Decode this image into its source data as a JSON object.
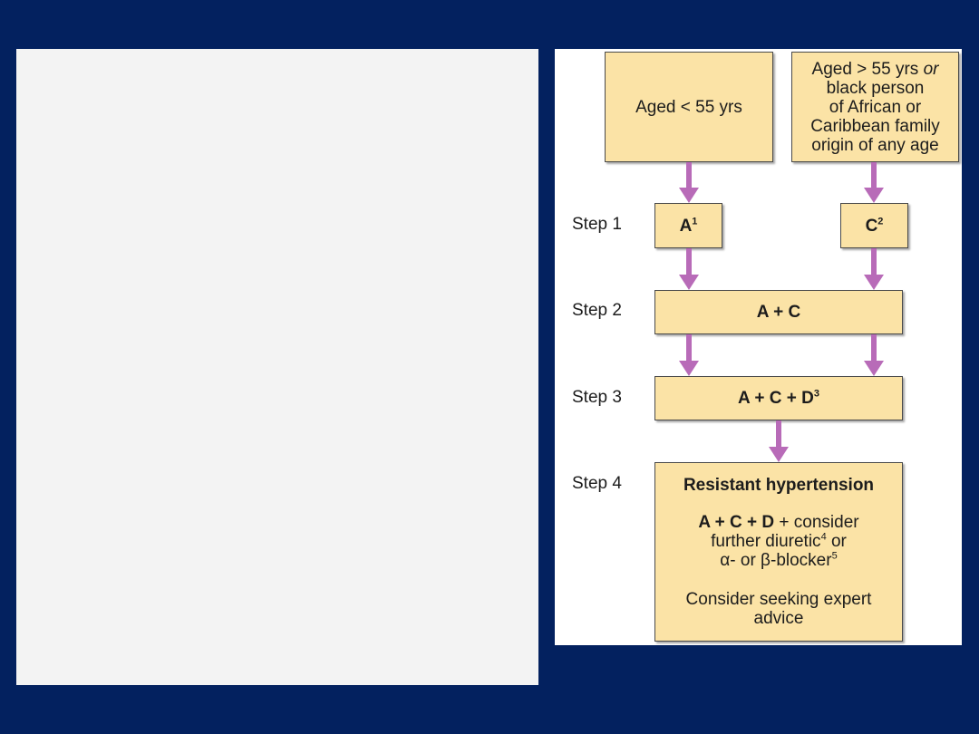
{
  "diagram": {
    "top_left": {
      "text": "Aged < 55 yrs"
    },
    "top_right": {
      "line1_a": "Aged > 55 yrs",
      "line1_b": "or",
      "line2": "black person",
      "line3": "of African or",
      "line4": "Caribbean family",
      "line5": "origin of any age"
    },
    "steps": [
      {
        "label": "Step 1"
      },
      {
        "label": "Step 2"
      },
      {
        "label": "Step 3"
      },
      {
        "label": "Step 4"
      }
    ],
    "step1_left": {
      "letter": "A",
      "sup": "1"
    },
    "step1_right": {
      "letter": "C",
      "sup": "2"
    },
    "step2": {
      "text": "A + C"
    },
    "step3": {
      "text": "A + C + D",
      "sup": "3"
    },
    "step4": {
      "title": "Resistant hypertension",
      "line1_bold": "A + C + D",
      "line1_rest": " + consider",
      "line2": "further diuretic",
      "line2_sup": "4",
      "line2_rest": " or",
      "line3": "α- or β-blocker",
      "line3_sup": "5",
      "line4": "Consider seeking expert",
      "line5": "advice"
    },
    "colors": {
      "box_fill": "#fbe3a6",
      "arrow": "#b86bb8",
      "background": "#03215f"
    }
  }
}
